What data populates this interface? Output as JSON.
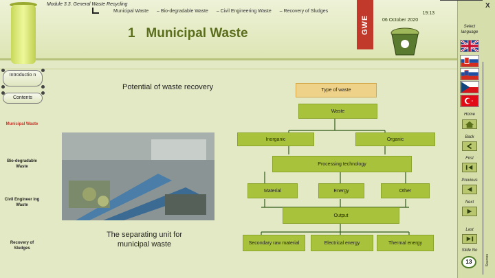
{
  "header": {
    "module": "Module 3.3.  General Waste Recycling",
    "breadcrumbs": [
      "Municipal Waste",
      "–  Bio-degradable Waste",
      "–  Civil Engineering Waste",
      "–  Recovery of Sludges"
    ],
    "title_number": "1",
    "title": "Municipal Waste",
    "time": "19:13",
    "date": "06 October 2020",
    "logo_text": "GWE"
  },
  "sidebar": {
    "intro": "Introductio n",
    "contents": "Contents",
    "items": [
      {
        "label": "Municipal Waste",
        "active": true
      },
      {
        "label": "Bio-degradable Waste",
        "active": false
      },
      {
        "label": "Civil Engineer ing Waste",
        "active": false
      },
      {
        "label": "Recovery of Sludges",
        "active": false
      }
    ]
  },
  "main": {
    "subtitle": "Potential of waste recovery",
    "caption": "The separating unit for municipal waste"
  },
  "diagram": {
    "type_of_waste": "Type of waste",
    "waste": "Waste",
    "inorganic": "Inorganic",
    "organic": "Organic",
    "processing": "Processing technology",
    "material": "Material",
    "energy": "Energy",
    "other": "Other",
    "output": "Output",
    "secondary": "Secondary raw material",
    "electrical": "Electrical energy",
    "thermal": "Thermal energy"
  },
  "rightpanel": {
    "close": "X",
    "select_language": "Select language",
    "flags": [
      "uk-flag",
      "slovakia-flag",
      "slovenia-flag",
      "czech-flag",
      "turkey-flag"
    ],
    "nav": [
      "Home",
      "Back",
      "First",
      "Previous",
      "Next",
      "Last"
    ],
    "slide_no_label": "Slide No",
    "slide_no": "13",
    "sources": "Sources"
  },
  "colors": {
    "accent_green": "#a9c23b",
    "orange_box": "#eed28a",
    "title_green": "#5a6e1c",
    "active_red": "#c0392b"
  }
}
